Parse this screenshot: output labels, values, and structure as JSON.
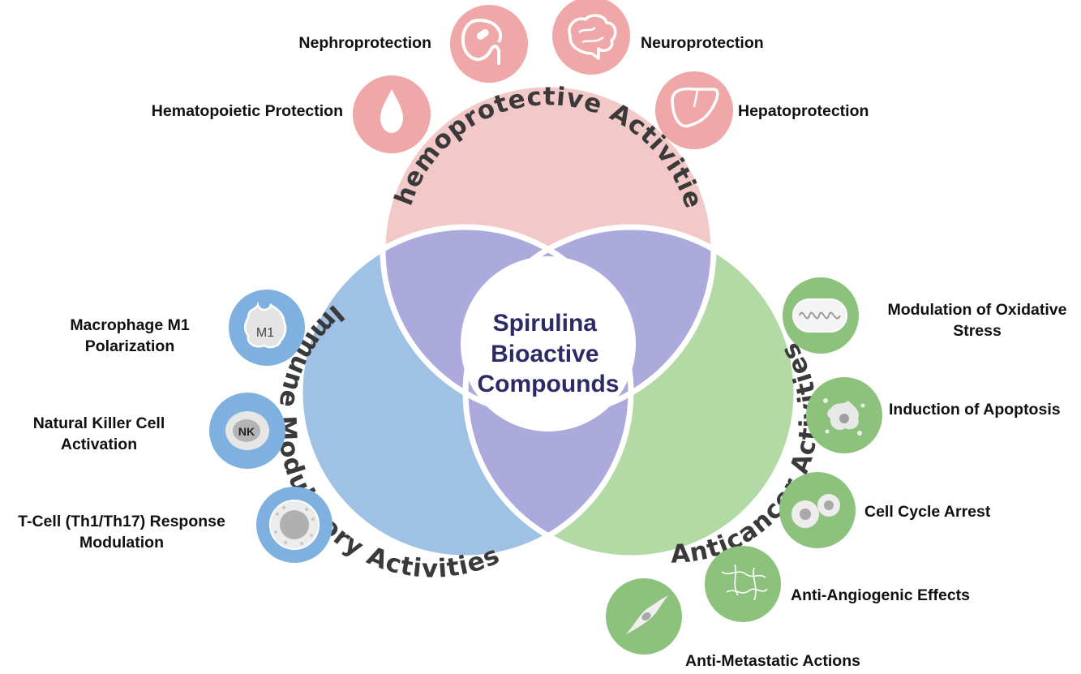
{
  "colors": {
    "chemo_circle": "#f2c9c8",
    "immune_circle": "#9fc2e4",
    "cancer_circle": "#b3d9a5",
    "overlap": "#acaadc",
    "chemo_icon": "#efa7a7",
    "immune_icon": "#7fb1e0",
    "cancer_icon": "#8dc27d",
    "center_text": "#2e2a66"
  },
  "center": {
    "line1": "Spirulina",
    "line2": "Bioactive",
    "line3": "Compounds"
  },
  "sections": {
    "chemoprotective": "Chemoprotective Activities",
    "immune": "Immune Modulatory Activities",
    "anticancer": "Anticancer Activities"
  },
  "chemoprotective_items": {
    "nephro": "Nephroprotection",
    "neuro": "Neuroprotection",
    "hemato": "Hematopoietic Protection",
    "hepato": "Hepatoprotection"
  },
  "immune_items": {
    "macrophage_1": "Macrophage M1",
    "macrophage_2": "Polarization",
    "macrophage_icon_text": "M1",
    "nk_1": "Natural Killer Cell",
    "nk_2": "Activation",
    "nk_icon_text": "NK",
    "tcell_1": "T-Cell (Th1/Th17) Response",
    "tcell_2": "Modulation"
  },
  "anticancer_items": {
    "oxidative_1": "Modulation of Oxidative",
    "oxidative_2": "Stress",
    "apoptosis": "Induction of Apoptosis",
    "cellcycle": "Cell Cycle Arrest",
    "angiogenic": "Anti-Angiogenic Effects",
    "metastatic": "Anti-Metastatic Actions"
  },
  "icons": {
    "nephro": "kidney-icon",
    "neuro": "brain-icon",
    "hemato": "blood-drop-icon",
    "hepato": "liver-icon",
    "macrophage": "macrophage-icon",
    "nk": "nk-cell-icon",
    "tcell": "t-cell-icon",
    "oxidative": "mitochondrion-icon",
    "apoptosis": "apoptotic-cell-icon",
    "cellcycle": "dividing-cell-icon",
    "angiogenic": "blood-vessels-icon",
    "metastatic": "migrating-cell-icon"
  }
}
